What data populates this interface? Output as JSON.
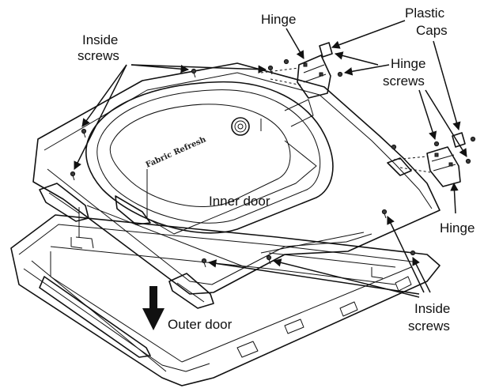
{
  "labels": {
    "hinge_top": "Hinge",
    "plastic_caps_line1": "Plastic",
    "plastic_caps_line2": "Caps",
    "inside_screws_left_line1": "Inside",
    "inside_screws_left_line2": "screws",
    "hinge_screws_line1": "Hinge",
    "hinge_screws_line2": "screws",
    "inner_door": "Inner door",
    "hinge_right": "Hinge",
    "outer_door": "Outer door",
    "inside_screws_right_line1": "Inside",
    "inside_screws_right_line2": "screws",
    "fabric_refresh_emboss": "Fabric Refresh"
  },
  "icons": {
    "down_arrow": "bold-down-arrow-icon",
    "screw": "screw-icon",
    "hinge": "hinge-icon",
    "plastic_cap": "plastic-cap-icon"
  }
}
